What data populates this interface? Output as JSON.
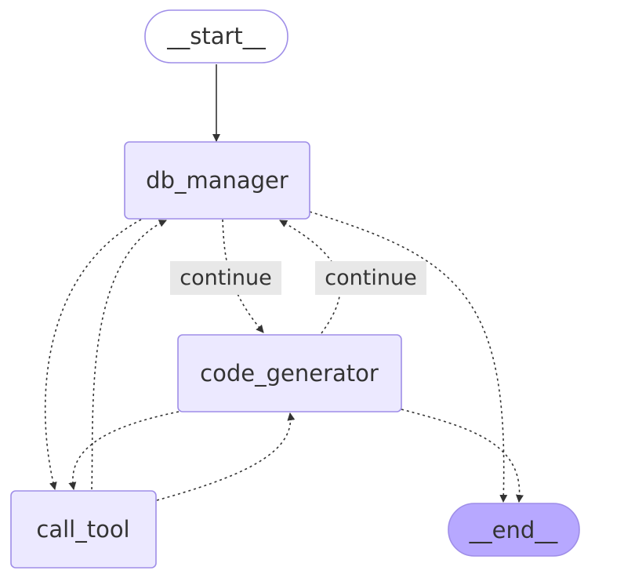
{
  "diagram": {
    "nodes": {
      "start": "__start__",
      "db_manager": "db_manager",
      "code_generator": "code_generator",
      "call_tool": "call_tool",
      "end": "__end__"
    },
    "edge_labels": {
      "db_to_code": "continue",
      "code_to_db": "continue"
    }
  },
  "colors": {
    "node_fill": "#ece9ff",
    "node_stroke": "#9f8ee8",
    "end_fill": "#b7a8ff",
    "edge": "#333333",
    "label_bg": "#e8e8e8"
  }
}
